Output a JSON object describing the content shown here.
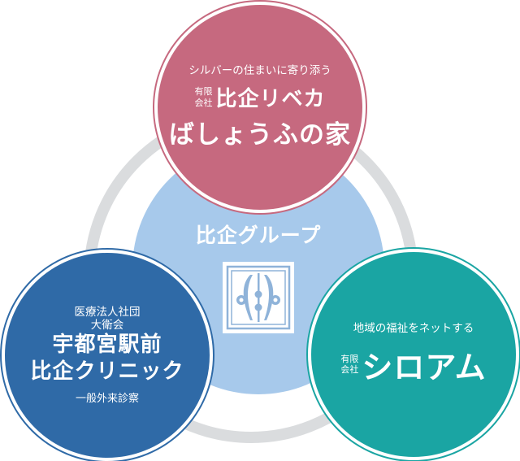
{
  "center": {
    "title": "比企グループ",
    "emblem": "hiki-group-emblem"
  },
  "top_circle": {
    "tagline": "シルバーの住まいに寄り添う",
    "company_type_line1": "有限",
    "company_type_line2": "会社",
    "company_name": "比企リベカ",
    "facility_name": "ばしょうふの家",
    "color": "#c6697f"
  },
  "left_circle": {
    "line1": "医療法人社団",
    "line2": "大衛会",
    "name_line1": "宇都宮駅前",
    "name_line2": "比企クリニック",
    "services": "一般外来診察",
    "color": "#2f6aa7"
  },
  "right_circle": {
    "tagline": "地域の福祉をネットする",
    "company_type_line1": "有限",
    "company_type_line2": "会社",
    "company_name": "シロアム",
    "color": "#1aa5a3"
  },
  "colors": {
    "ring": "#dadcde",
    "center": "#a7c9eb"
  }
}
